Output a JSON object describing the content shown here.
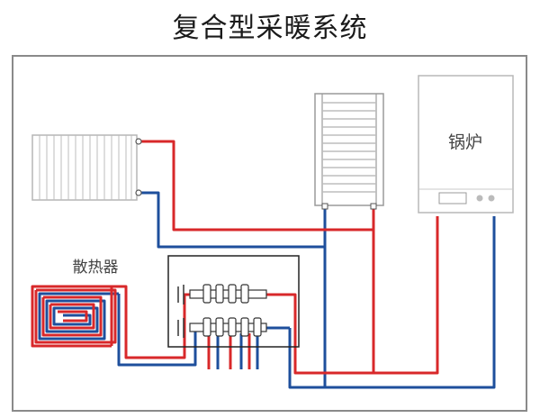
{
  "title": "复合型采暖系统",
  "labels": {
    "boiler": "锅炉",
    "radiator": "散热器"
  },
  "colors": {
    "supply": "#d8282a",
    "return": "#1e4f9c",
    "frame": "#8a8a8a",
    "outline": "#444444"
  }
}
